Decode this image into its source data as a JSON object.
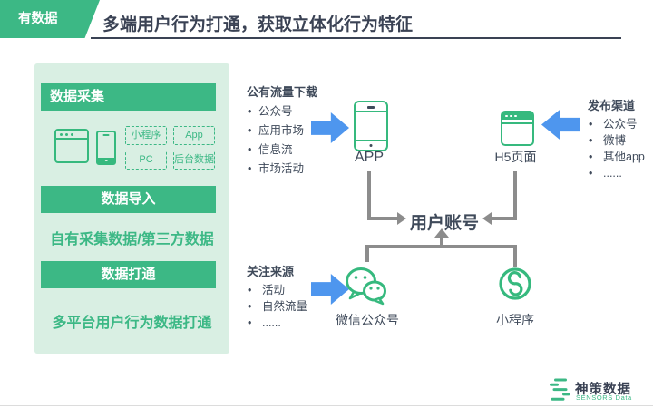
{
  "header": {
    "badge": "有数据",
    "title": "多端用户行为打通，获取立体化行为特征"
  },
  "panel": {
    "section1_label": "数据采集",
    "channels": [
      "小程序",
      "App",
      "PC",
      "后台数据"
    ],
    "section2_label": "数据导入",
    "section2_text": "自有采集数据/第三方数据",
    "section3_label": "数据打通",
    "section3_text": "多平台用户行为数据打通"
  },
  "diagram": {
    "app_flow": {
      "title": "公有流量下载",
      "items": [
        "公众号",
        "应用市场",
        "信息流",
        "市场活动"
      ]
    },
    "app_label": "APP",
    "h5_label": "H5页面",
    "h5_flow": {
      "title": "发布渠道",
      "items": [
        "公众号",
        "微博",
        "其他app",
        "......"
      ]
    },
    "account_label": "用户账号",
    "wechat_flow": {
      "title": "关注来源",
      "items": [
        "活动",
        "自然流量",
        "......"
      ]
    },
    "wechat_label": "微信公众号",
    "miniprogram_label": "小程序"
  },
  "footer": {
    "brand_name": "神策数据",
    "brand_subtitle": "SENSORS Data"
  },
  "colors": {
    "brand_green": "#3cb885",
    "panel_green_light": "#d9efe3",
    "icon_green": "#36b97e",
    "arrow_blue": "#4e96ee",
    "text_dark": "#3a4254",
    "connector_gray": "#8c8c8c"
  }
}
